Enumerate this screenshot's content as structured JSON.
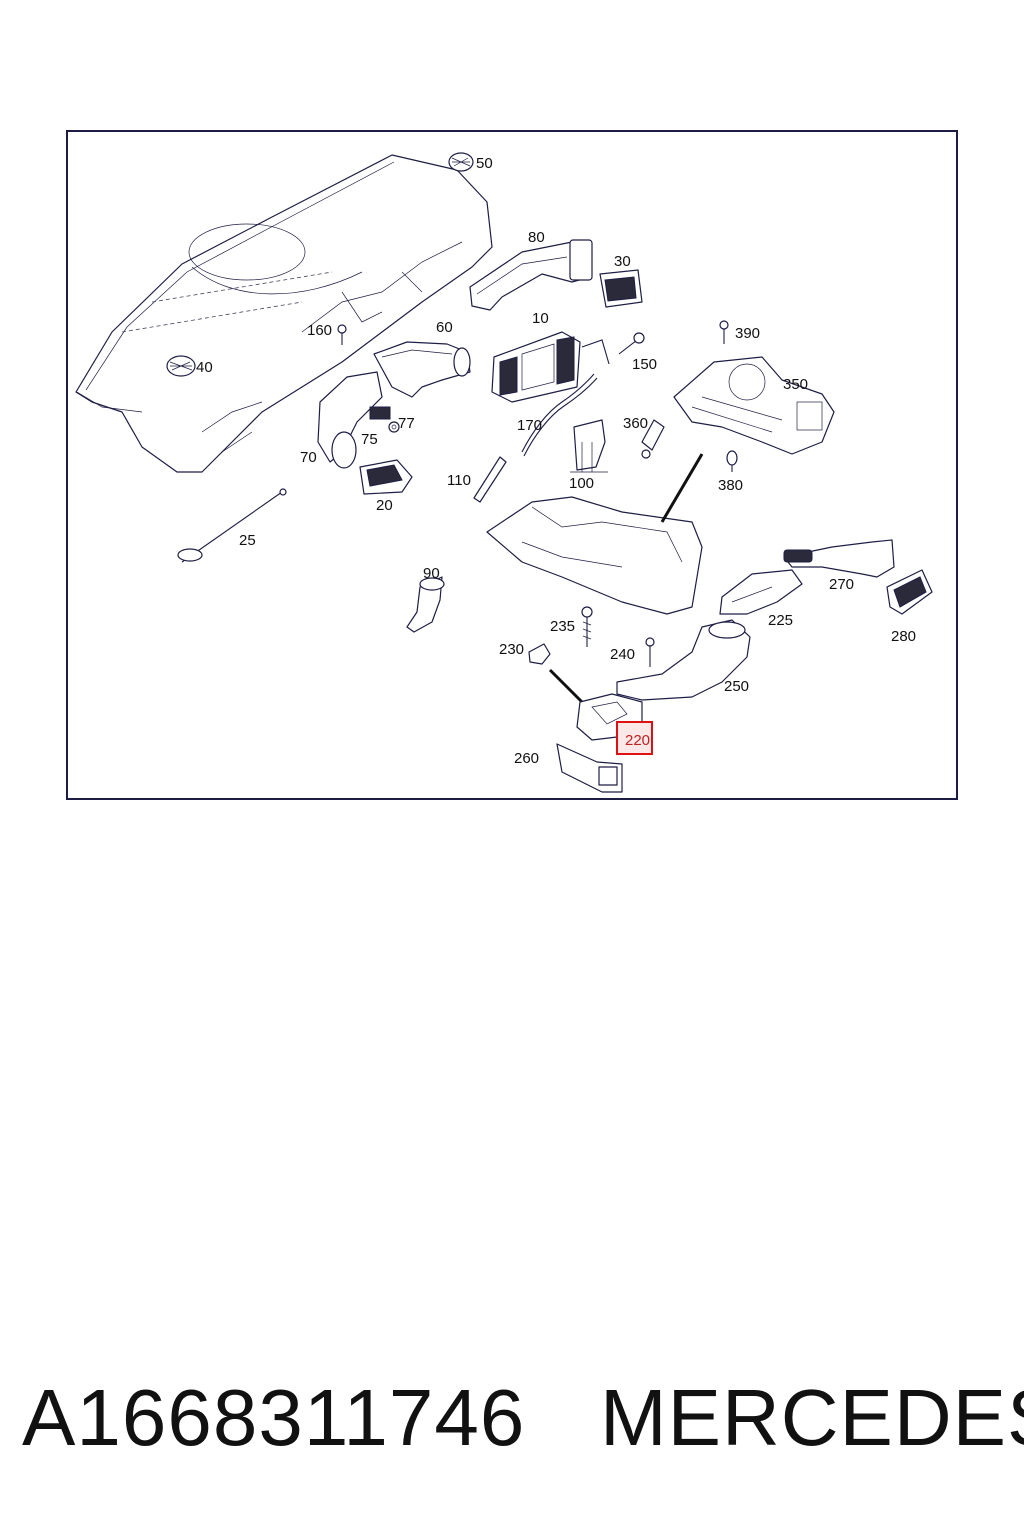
{
  "diagram": {
    "callouts": {
      "c50": "50",
      "c80": "80",
      "c30": "30",
      "c10": "10",
      "c160": "160",
      "c60": "60",
      "c390": "390",
      "c150": "150",
      "c350": "350",
      "c40": "40",
      "c77": "77",
      "c75": "75",
      "c170": "170",
      "c360": "360",
      "c70": "70",
      "c110": "110",
      "c100": "100",
      "c380": "380",
      "c20": "20",
      "c25": "25",
      "c270": "270",
      "c90": "90",
      "c225": "225",
      "c235": "235",
      "c280": "280",
      "c230": "230",
      "c240": "240",
      "c250": "250",
      "c220": "220",
      "c260": "260"
    },
    "highlighted_callout": "220",
    "colors": {
      "line": "#1e1e46",
      "highlight_border": "#dd1111",
      "highlight_fill": "#fde8e8"
    }
  },
  "footer": {
    "part_number": "A1668311746",
    "brand": "MERCEDES"
  }
}
